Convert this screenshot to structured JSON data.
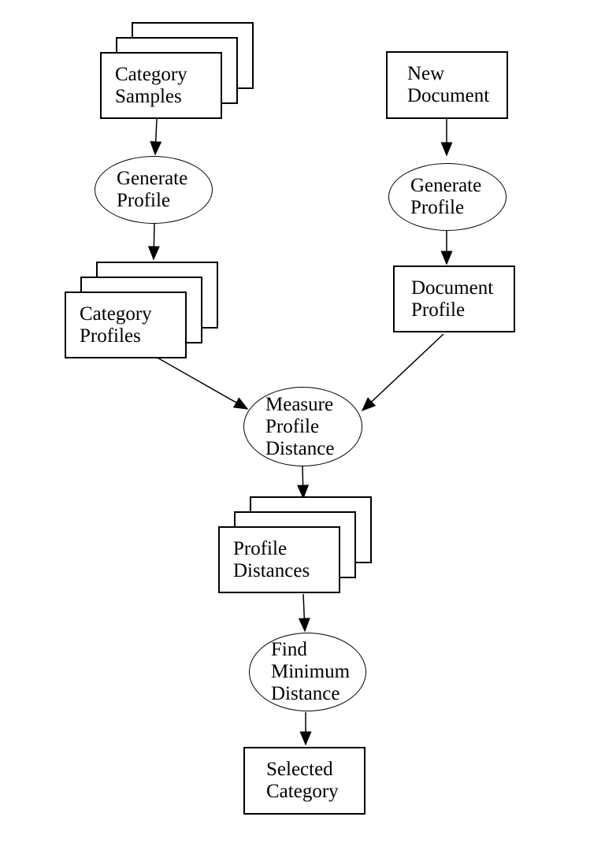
{
  "diagram": {
    "background_color": "#ffffff",
    "stroke_color": "#000000",
    "nodes": {
      "category_samples": {
        "label": "Category\nSamples",
        "shape": "stacked-rect"
      },
      "generate_profile_left": {
        "label": "Generate\nProfile",
        "shape": "ellipse"
      },
      "category_profiles": {
        "label": "Category\nProfiles",
        "shape": "stacked-rect"
      },
      "new_document": {
        "label": "New\nDocument",
        "shape": "rect"
      },
      "generate_profile_right": {
        "label": "Generate\nProfile",
        "shape": "ellipse"
      },
      "document_profile": {
        "label": "Document\nProfile",
        "shape": "rect"
      },
      "measure_profile_distance": {
        "label": "Measure\nProfile\nDistance",
        "shape": "ellipse"
      },
      "profile_distances": {
        "label": "Profile\nDistances",
        "shape": "stacked-rect"
      },
      "find_minimum_distance": {
        "label": "Find\nMinimum\nDistance",
        "shape": "ellipse"
      },
      "selected_category": {
        "label": "Selected\nCategory",
        "shape": "rect"
      }
    },
    "edges": [
      {
        "from": "category_samples",
        "to": "generate_profile_left"
      },
      {
        "from": "generate_profile_left",
        "to": "category_profiles"
      },
      {
        "from": "category_profiles",
        "to": "measure_profile_distance"
      },
      {
        "from": "new_document",
        "to": "generate_profile_right"
      },
      {
        "from": "generate_profile_right",
        "to": "document_profile"
      },
      {
        "from": "document_profile",
        "to": "measure_profile_distance"
      },
      {
        "from": "measure_profile_distance",
        "to": "profile_distances"
      },
      {
        "from": "profile_distances",
        "to": "find_minimum_distance"
      },
      {
        "from": "find_minimum_distance",
        "to": "selected_category"
      }
    ]
  }
}
